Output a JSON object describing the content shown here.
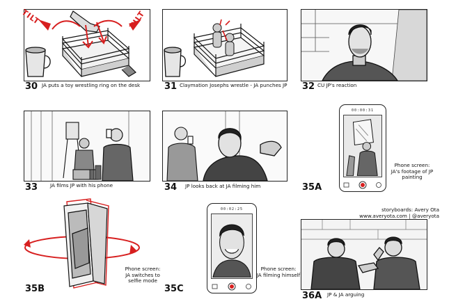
{
  "panels": [
    {
      "num": "30",
      "caption": "JA puts a toy wrestling ring on the desk"
    },
    {
      "num": "31",
      "caption": "Claymation Josephs wrestle - JA punches JP"
    },
    {
      "num": "32",
      "caption": "CU JP's reaction"
    },
    {
      "num": "33",
      "caption": "JA films JP with his phone"
    },
    {
      "num": "34",
      "caption": "JP looks back at JA filming him"
    },
    {
      "num": "35A",
      "note": "Phone screen:\nJA's footage of JP\npainting",
      "status": "00:00:31"
    },
    {
      "num": "35B",
      "note": "Phone screen:\nJA switches to\nselfie mode"
    },
    {
      "num": "35C",
      "note": "Phone screen:\nJA filming himself",
      "status": "00:02:25"
    },
    {
      "num": "36A",
      "caption": "JP & JA arguing"
    }
  ],
  "annotations": {
    "tilt_left": "TILT",
    "tilt_right": "TILT"
  },
  "credits": {
    "line1": "storyboards: Avery Ota",
    "line2": "www.averyota.com | @averyota"
  },
  "colors": {
    "ink": "#111111",
    "accent": "#d71f1f",
    "paper": "#ffffff"
  }
}
